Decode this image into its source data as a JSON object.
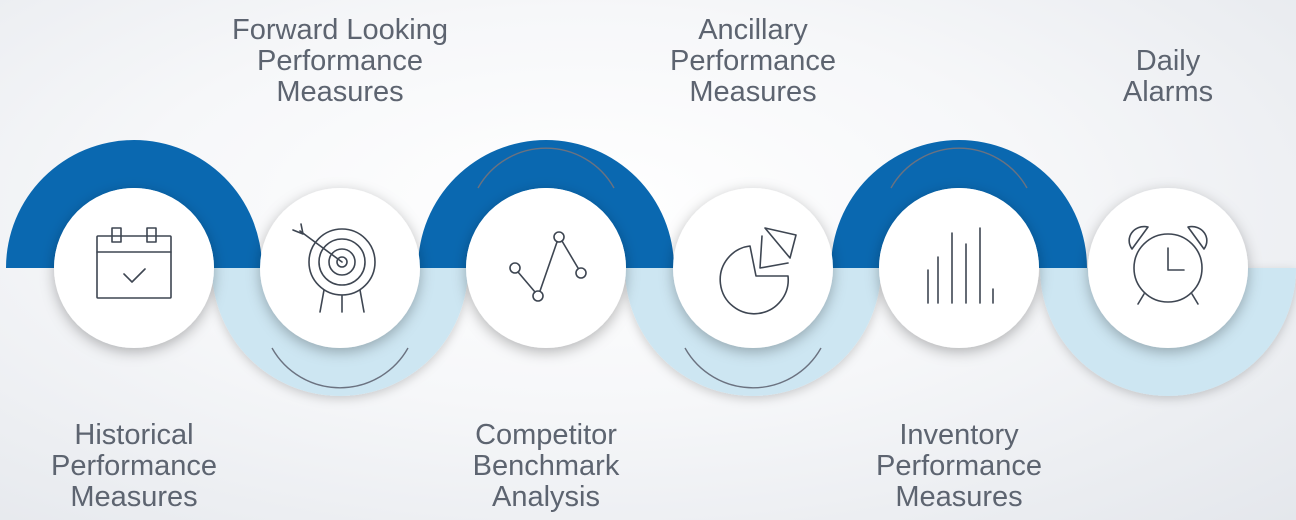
{
  "colors": {
    "dark_band": "#0a68b0",
    "light_band": "#cde6f2",
    "circle": "#ffffff",
    "icon_stroke": "#3e4652",
    "thin_arc": "#6b7280",
    "text": "#5d6470"
  },
  "steps": [
    {
      "icon": "calendar-check-icon",
      "position": "bottom",
      "label": [
        "Historical",
        "Performance",
        "Measures"
      ]
    },
    {
      "icon": "target-arrow-icon",
      "position": "top",
      "label": [
        "Forward Looking",
        "Performance",
        "Measures"
      ]
    },
    {
      "icon": "line-graph-icon",
      "position": "bottom",
      "label": [
        "Competitor",
        "Benchmark",
        "Analysis"
      ]
    },
    {
      "icon": "pie-chart-icon",
      "position": "top",
      "label": [
        "Ancillary",
        "Performance",
        "Measures"
      ]
    },
    {
      "icon": "bar-chart-icon",
      "position": "bottom",
      "label": [
        "Inventory",
        "Performance",
        "Measures"
      ]
    },
    {
      "icon": "alarm-clock-icon",
      "position": "top",
      "label": [
        "Daily",
        "Alarms"
      ]
    }
  ]
}
